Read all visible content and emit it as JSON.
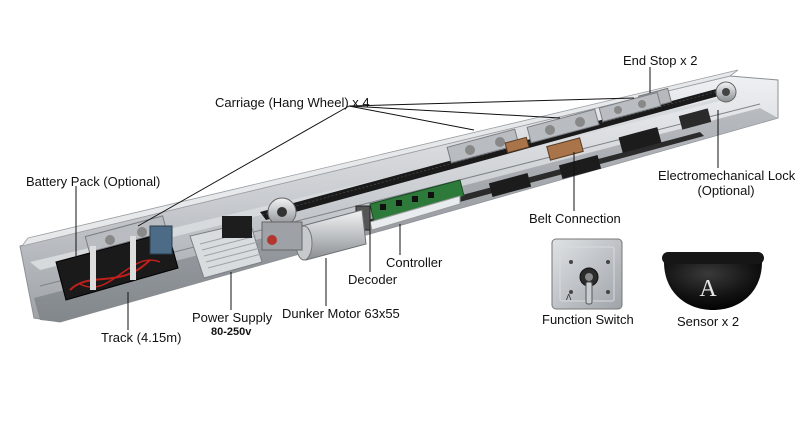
{
  "labels": {
    "end_stop": "End Stop x 2",
    "carriage": "Carriage (Hang Wheel) x 4",
    "battery_pack": "Battery Pack (Optional)",
    "electromechanical_lock_line1": "Electromechanical Lock",
    "electromechanical_lock_line2": "(Optional)",
    "belt_connection": "Belt Connection",
    "controller": "Controller",
    "decoder": "Decoder",
    "power_supply": "Power Supply",
    "power_supply_voltage": "80-250v",
    "dunker_motor": "Dunker Motor 63x55",
    "track": "Track (4.15m)",
    "function_switch": "Function Switch",
    "sensor": "Sensor x 2"
  },
  "colors": {
    "background": "#ffffff",
    "track_metal": "#c9ccd0",
    "belt": "#1a1a1a",
    "leader_line": "#111111",
    "sensor_body": "#111111",
    "switch_plate": "#b8bcc1"
  },
  "icons": {
    "brand_logo_symbol": "A"
  }
}
